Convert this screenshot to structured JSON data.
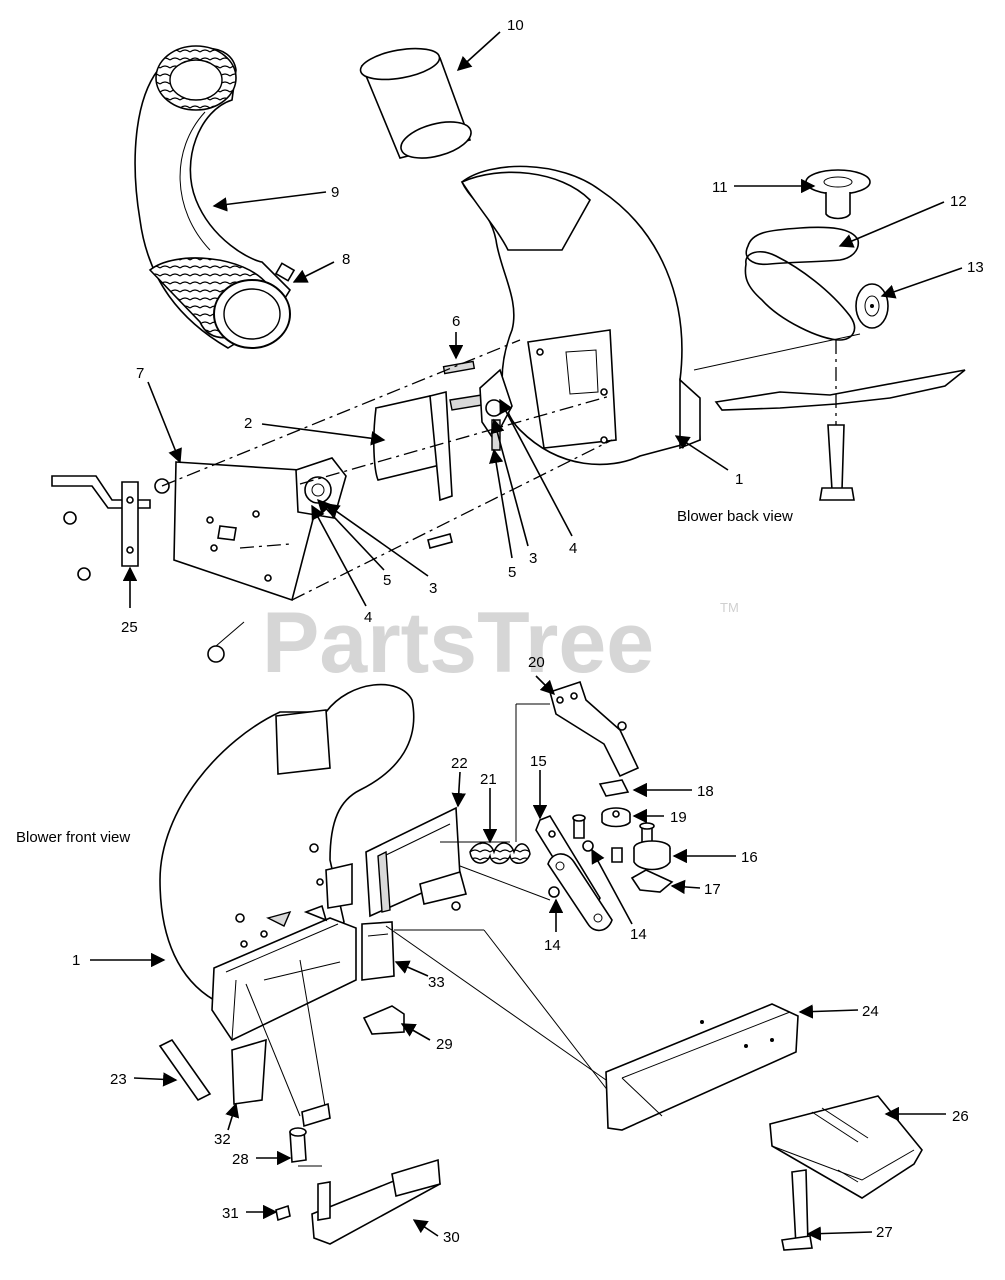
{
  "watermark": {
    "text": "PartsTree",
    "trademark": "TM"
  },
  "captions": {
    "back_view": "Blower back view",
    "front_view": "Blower front view"
  },
  "callouts": {
    "c1a": "1",
    "c1b": "1",
    "c2": "2",
    "c3a": "3",
    "c3b": "3",
    "c4a": "4",
    "c4b": "4",
    "c5a": "5",
    "c5b": "5",
    "c6": "6",
    "c7": "7",
    "c8": "8",
    "c9": "9",
    "c10": "10",
    "c11": "11",
    "c12": "12",
    "c13": "13",
    "c14a": "14",
    "c14b": "14",
    "c15": "15",
    "c16": "16",
    "c17": "17",
    "c18": "18",
    "c19": "19",
    "c20": "20",
    "c21": "21",
    "c22": "22",
    "c23": "23",
    "c24": "24",
    "c25": "25",
    "c26": "26",
    "c27": "27",
    "c28": "28",
    "c29": "29",
    "c30": "30",
    "c31": "31",
    "c32": "32",
    "c33": "33"
  }
}
